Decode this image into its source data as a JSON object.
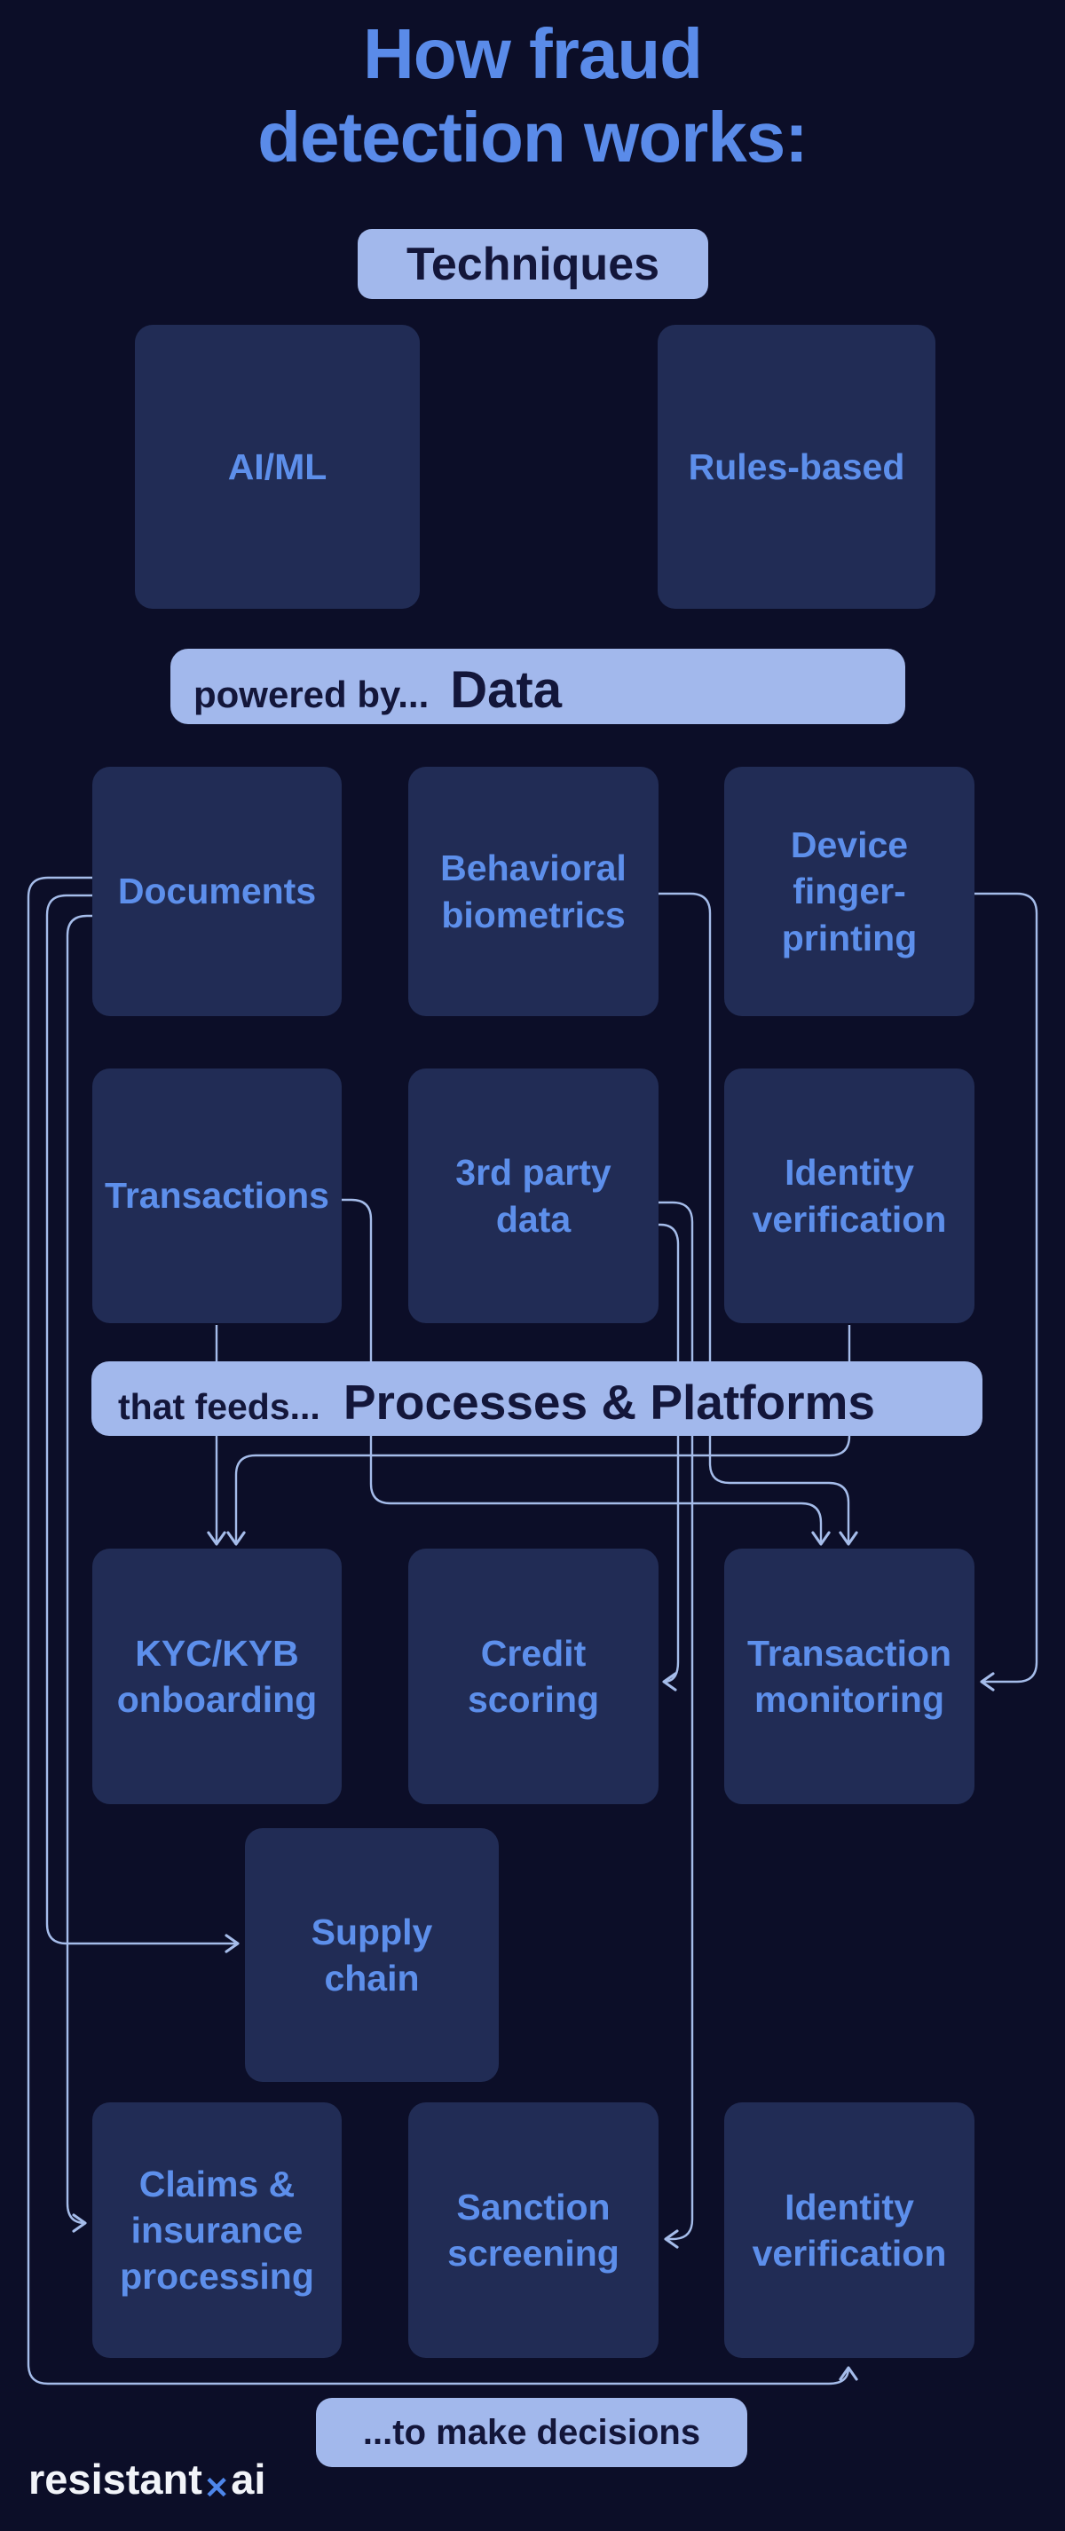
{
  "title": {
    "line1": "How fraud",
    "line2": "detection works:"
  },
  "badges": {
    "techniques": "Techniques",
    "powered_prefix": "powered by...",
    "powered_label": "Data",
    "feeds_prefix": "that feeds...",
    "feeds_label": "Processes & Platforms",
    "decisions": "...to make decisions"
  },
  "technique_nodes": {
    "ai_ml": "AI/ML",
    "rules_based": "Rules-based"
  },
  "data_nodes": {
    "documents": "Documents",
    "behavioral_biometrics": "Behavioral\nbiometrics",
    "device_fingerprinting": "Device\nfinger-\nprinting",
    "transactions": "Transactions",
    "third_party_data": "3rd party\ndata",
    "identity_verification": "Identity\nverification"
  },
  "process_nodes": {
    "kyc_kyb_onboarding": "KYC/KYB\nonboarding",
    "credit_scoring": "Credit\nscoring",
    "transaction_monitoring": "Transaction\nmonitoring",
    "supply_chain": "Supply\nchain",
    "claims_insurance_processing": "Claims &\ninsurance\nprocessing",
    "sanction_screening": "Sanction\nscreening",
    "identity_verification": "Identity\nverification"
  },
  "connections": [
    "Documents -> Identity verification (bottom)",
    "Documents -> Supply chain",
    "Documents -> Claims & insurance processing",
    "Transactions -> KYC/KYB onboarding",
    "Transactions -> Transaction monitoring",
    "3rd party data -> Credit scoring",
    "3rd party data -> Sanction screening",
    "Behavioral biometrics -> Transaction monitoring",
    "Identity verification (data) -> KYC/KYB onboarding",
    "Device finger-printing -> Transaction monitoring"
  ],
  "logo": {
    "part1": "resistant",
    "x_icon": "✕",
    "part2": "ai"
  },
  "colors": {
    "background": "#0C0E28",
    "node_fill": "#212C55",
    "node_text": "#5D8FEB",
    "badge_fill": "#A2B8EC",
    "badge_text": "#13163A",
    "connector": "#A5BCEA",
    "title_text": "#5A8BE9",
    "logo_text": "#F2F4F9",
    "logo_x": "#4E86EA"
  }
}
